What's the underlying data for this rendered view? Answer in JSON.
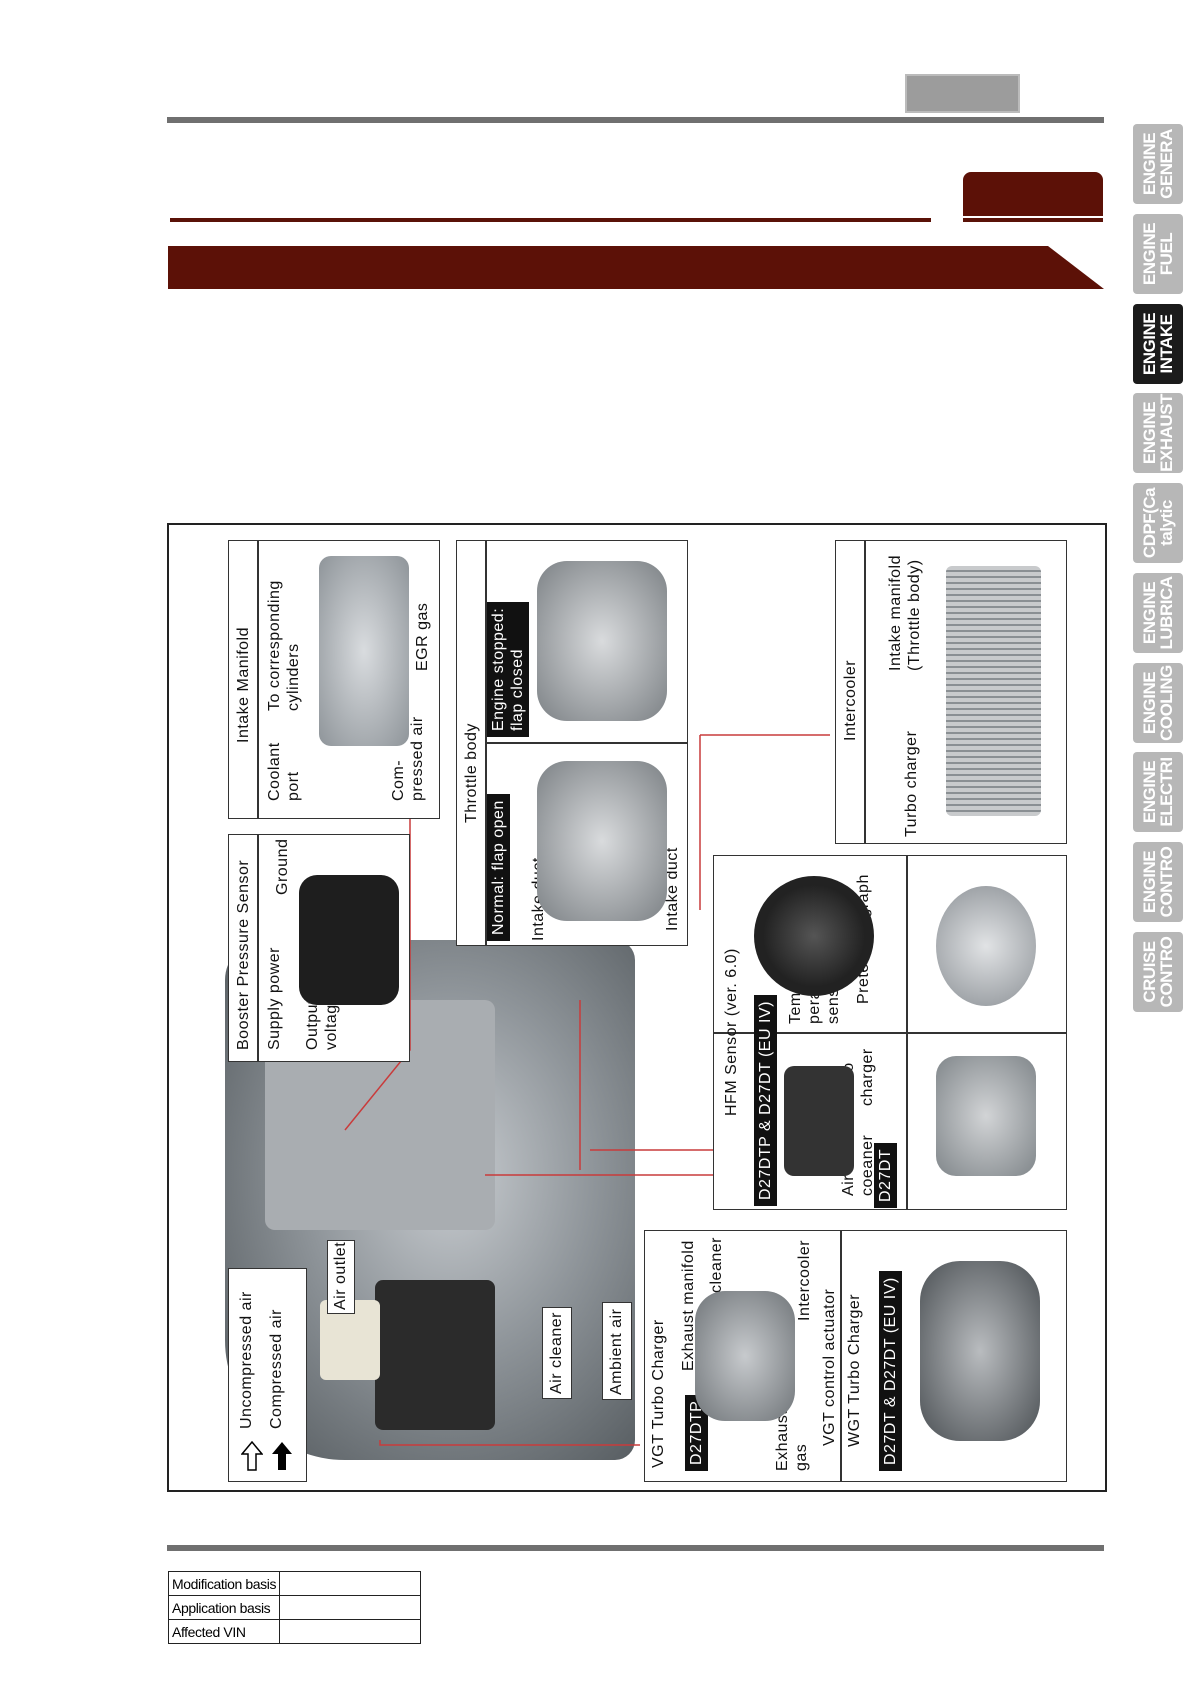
{
  "side_tabs": [
    {
      "label": "ENGINE\nGENERA",
      "active": false
    },
    {
      "label": "ENGINE\nFUEL",
      "active": false
    },
    {
      "label": "ENGINE\nINTAKE",
      "active": true
    },
    {
      "label": "ENGINE\nEXHAUST",
      "active": false
    },
    {
      "label": "CDPF(Ca\ntalytic",
      "active": false
    },
    {
      "label": "ENGINE\nLUBRICA",
      "active": false
    },
    {
      "label": "ENGINE\nCOOLING",
      "active": false
    },
    {
      "label": "ENGINE\nELECTRI",
      "active": false
    },
    {
      "label": "ENGINE\nCONTRO",
      "active": false
    },
    {
      "label": "CRUISE\nCONTRO",
      "active": false
    }
  ],
  "diagram": {
    "legend": {
      "uncompressed": "Uncompressed air",
      "compressed": "Compressed air"
    },
    "engine_bay": {
      "air_outlet": "Air outlet",
      "air_cleaner": "Air cleaner",
      "ambient_air": "Ambient air"
    },
    "vgt": {
      "title": "VGT Turbo Charger",
      "tag": "D27DTP",
      "exhaust_manifold": "Exhaust manifold",
      "air_cleaner": "Air cleaner",
      "intercooler": "Intercooler",
      "exhaust_gas": "Exhaust\ngas",
      "actuator": "VGT control actuator"
    },
    "wgt": {
      "title": "WGT Turbo Charger",
      "tag": "D27DT & D27DT (EU IV)"
    },
    "hfm": {
      "title": "HFM Sensor (ver. 6.0)",
      "tag1": "D27DTP & D27DT (EU IV)",
      "air_cleaner": "Air\ncoeaner",
      "turbo_charger": "Turbo\ncharger",
      "temp_sensor": "Tem-\nperature\nsensor",
      "pretension": "Pretension graph",
      "tag2": "D27DT"
    },
    "booster": {
      "title": "Booster Pressure Sensor",
      "supply": "Supply power",
      "ground": "Ground",
      "output": "Output\nvoltage"
    },
    "intake_manifold": {
      "title": "Intake Manifold",
      "coolant": "Coolant\nport",
      "cylinders": "To corresponding\ncylinders",
      "compressed": "Com-\npressed air",
      "egr": "EGR gas"
    },
    "throttle": {
      "title": "Throttle body",
      "normal": "Normal: flap open",
      "stopped": "Engine stopped:\nflap closed",
      "intake_duct_1": "Intake duct",
      "intake_duct_2": "Intake duct"
    },
    "intercooler": {
      "title": "Intercooler",
      "turbo": "Turbo charger",
      "manifold": "Intake manifold\n(Throttle body)"
    }
  },
  "footer": {
    "modification": "Modification basis",
    "application": "Application basis",
    "affected": "Affected VIN"
  }
}
